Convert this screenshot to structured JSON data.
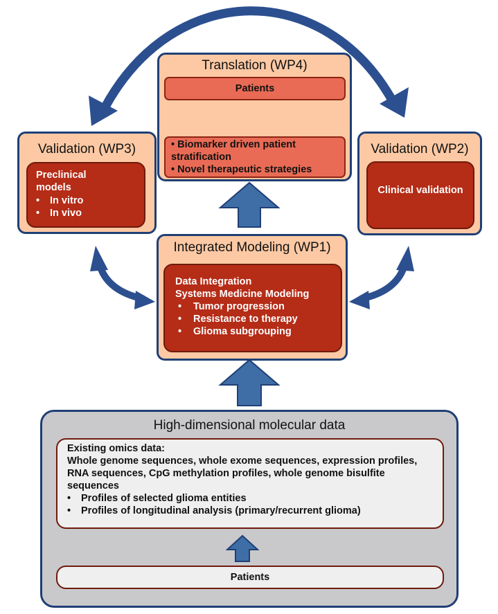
{
  "wp4": {
    "title": "Translation (WP4)",
    "patients": "Patients",
    "bullets": [
      "Biomarker driven patient stratification",
      "Novel therapeutic strategies"
    ]
  },
  "wp3": {
    "title": "Validation (WP3)",
    "heading": "Preclinical models",
    "bullets": [
      "In vitro",
      "In vivo"
    ]
  },
  "wp2": {
    "title": "Validation (WP2)",
    "text": "Clinical validation"
  },
  "wp1": {
    "title": "Integrated Modeling (WP1)",
    "line1": "Data Integration",
    "line2": "Systems Medicine Modeling",
    "bullets": [
      "Tumor progression",
      "Resistance to therapy",
      "Glioma subgrouping"
    ]
  },
  "data": {
    "title": "High-dimensional molecular data",
    "heading": "Existing omics data:",
    "description": "Whole genome sequences, whole exome sequences, expression profiles, RNA sequences, CpG methylation profiles, whole genome bisulfite sequences",
    "bullets": [
      "Profiles of selected glioma entities",
      "Profiles of longitudinal analysis (primary/recurrent glioma)"
    ],
    "patients": "Patients"
  },
  "colors": {
    "arrow_fill": "#3f6ea7",
    "arrow_stroke": "#1f3f75",
    "box_fill": "#fcc9a4",
    "red_box": "#b52c17",
    "salmon_box": "#e96b55",
    "gray_outer": "#c9c9cc"
  }
}
